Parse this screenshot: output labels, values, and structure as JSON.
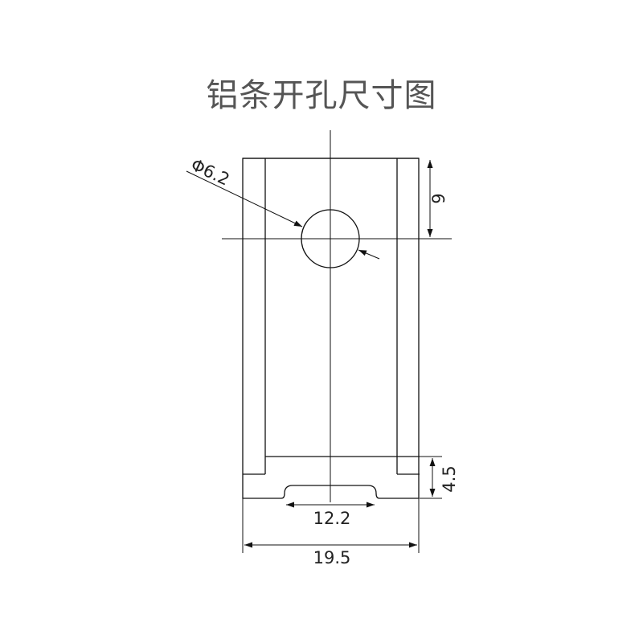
{
  "title": "铝条开孔尺寸图",
  "dimensions": {
    "hole_diameter": "Φ6.2",
    "hole_offset": "9",
    "lip_height": "4.5",
    "slot_width": "12.2",
    "total_width": "19.5"
  }
}
